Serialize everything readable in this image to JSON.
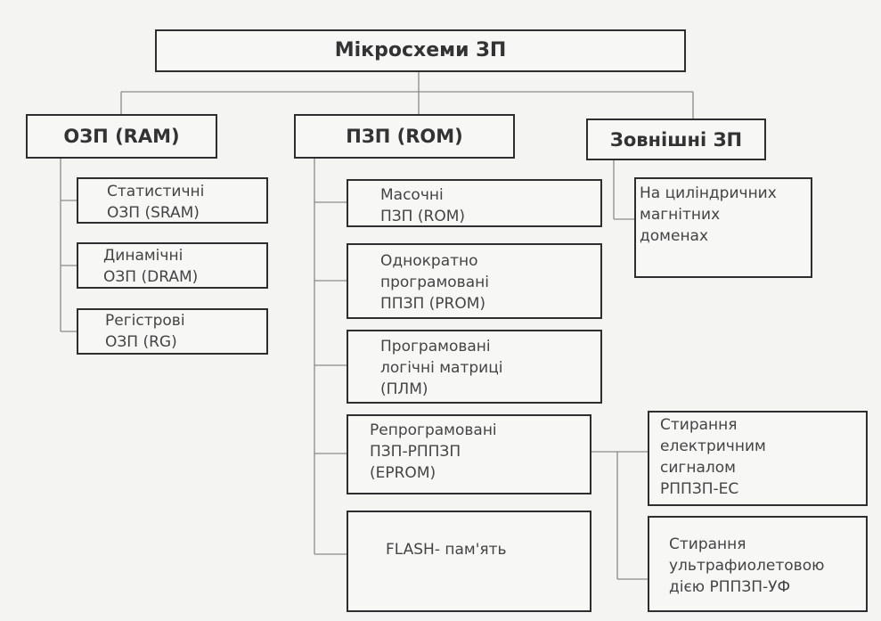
{
  "root": {
    "label": "Мікросхеми ЗП"
  },
  "categories": [
    {
      "label": "ОЗП (RAM)"
    },
    {
      "label": "ПЗП (ROM)"
    },
    {
      "label": "Зовнішні ЗП"
    }
  ],
  "ram_items": [
    {
      "label": "Статистичні\nОЗП (SRAM)"
    },
    {
      "label": "Динамічні\nОЗП (DRAM)"
    },
    {
      "label": "Регістрові\nОЗП (RG)"
    }
  ],
  "rom_items": [
    {
      "label": "Масочні\nПЗП (ROM)"
    },
    {
      "label": "Однократно\nпрограмовані\nППЗП (PROM)"
    },
    {
      "label": "Програмовані\nлогічні матриці\n(ПЛМ)"
    },
    {
      "label": "Репрограмовані\nПЗП-РППЗП\n(EPROM)"
    },
    {
      "label": "FLASH- пам'ять"
    }
  ],
  "eprom_items": [
    {
      "label": "Стирання\nелектричним\nсигналом\nРППЗП-ЕС"
    },
    {
      "label": "Стирання\nультрафиолетовою\nдією РППЗП-УФ"
    }
  ],
  "external_items": [
    {
      "label": "На циліндричних\nмагнітних\nдоменах"
    }
  ]
}
